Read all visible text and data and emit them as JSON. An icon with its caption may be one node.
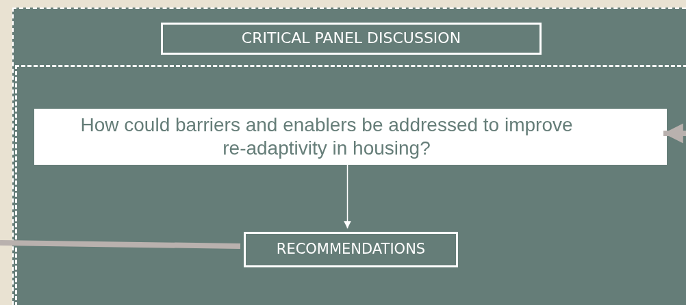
{
  "diagram": {
    "nodes": [
      {
        "text": [],
        "shape": "box"
      },
      {
        "text": [
          "CRITICAL PANEL DISCUSSION"
        ],
        "in": 0
      },
      {
        "text": [],
        "shape": "box",
        "in": 0
      },
      {
        "text": [
          "How could barriers and enablers be addressed to improve re-adaptivity in housing?"
        ],
        "in": 2
      },
      {
        "text": [
          "RECOMMENDATIONS"
        ],
        "in": 2
      }
    ],
    "edges": [
      {
        "from": null,
        "to": 3,
        "arrow": "to"
      },
      {
        "from": 3,
        "to": 4,
        "arrow": "to",
        "color": "#ffffff"
      },
      {
        "from": 4,
        "to": null,
        "arrow": "none"
      }
    ]
  }
}
